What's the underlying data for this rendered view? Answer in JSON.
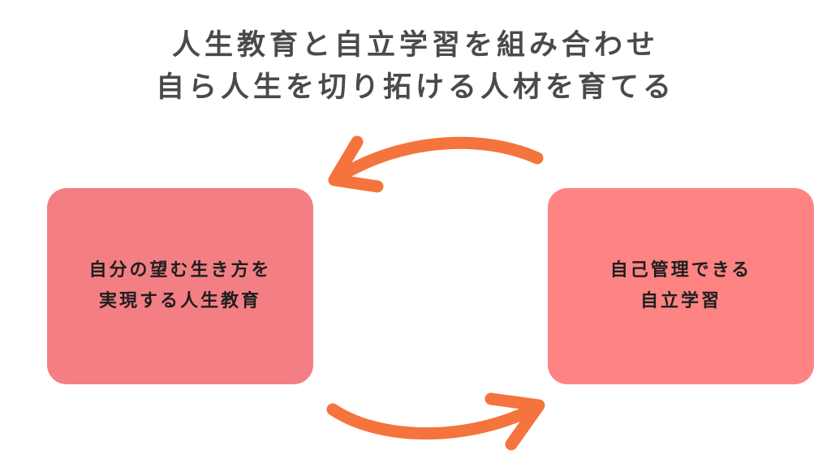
{
  "title": {
    "line1": "人生教育と自立学習を組み合わせ",
    "line2": "自ら人生を切り拓ける人材を育てる"
  },
  "left_box": {
    "line1": "自分の望む生き方を",
    "line2": "実現する人生教育",
    "color": "#f37f84"
  },
  "right_box": {
    "line1": "自己管理できる",
    "line2": "自立学習",
    "color": "#fe8484"
  },
  "arrows": {
    "color": "#f5733d",
    "top": "right-box-to-left-box",
    "bottom": "left-box-to-right-box"
  }
}
